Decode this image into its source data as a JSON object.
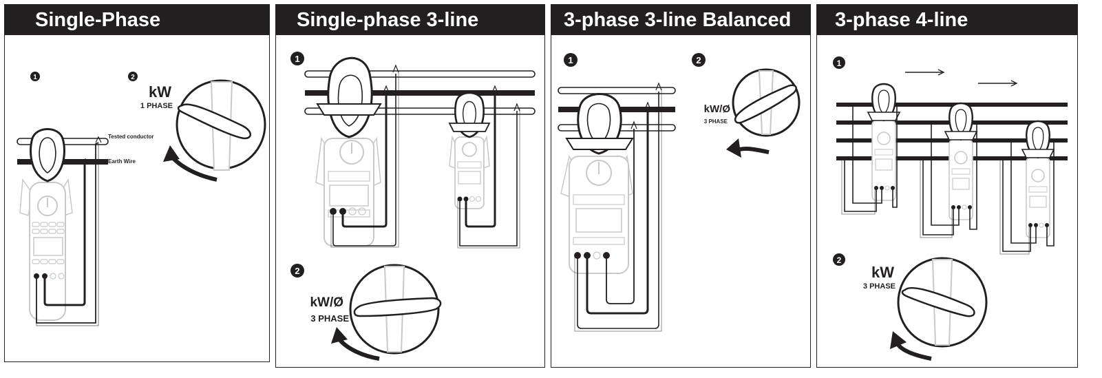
{
  "panels": [
    {
      "title": "Single-Phase",
      "steps": [
        "1",
        "2"
      ],
      "dial_unit": "kW",
      "dial_mode": "1 PHASE",
      "conductor_labels": [
        "Tested conductor",
        "Earth Wire"
      ]
    },
    {
      "title": "Single-phase 3-line",
      "steps": [
        "1",
        "2"
      ],
      "dial_unit": "kW/Ø",
      "dial_mode": "3 PHASE"
    },
    {
      "title": "3-phase 3-line Balanced",
      "steps": [
        "1",
        "2"
      ],
      "dial_unit": "kW/Ø",
      "dial_mode": "3 PHASE"
    },
    {
      "title": "3-phase 4-line",
      "steps": [
        "1",
        "2"
      ],
      "dial_unit": "kW",
      "dial_mode": "3 PHASE"
    }
  ],
  "colors": {
    "header_bg": "#231f20",
    "header_text": "#ffffff",
    "ink": "#231f20",
    "meter_gray": "#c8c8c8"
  },
  "icons": [
    "clamp-meter-icon",
    "rotary-dial-icon",
    "rotation-arrow-icon",
    "direction-arrow-icon"
  ]
}
